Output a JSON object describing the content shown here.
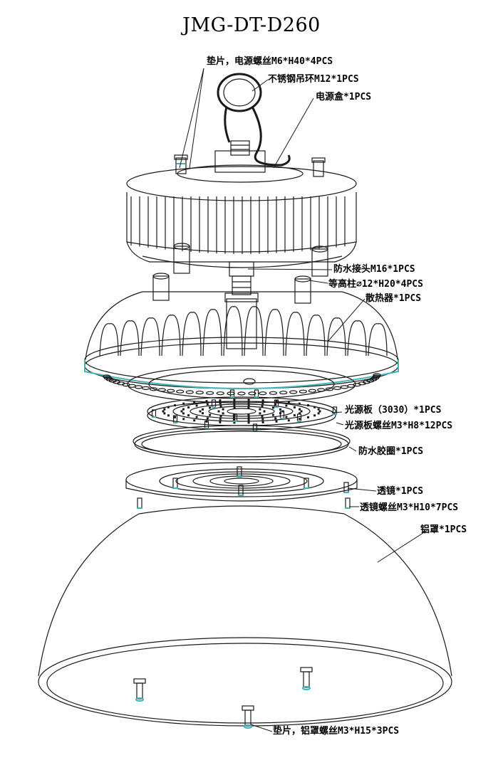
{
  "title": "JMG-DT-D260",
  "labels": {
    "washer_power_screw": "垫片，电源螺丝M6*H40*4PCS",
    "hanging_ring": "不锈钢吊环M12*1PCS",
    "power_box": "电源盒*1PCS",
    "waterproof_joint": "防水接头M16*1PCS",
    "standoff": "等高柱∅12*H20*4PCS",
    "heatsink": "散热器*1PCS",
    "light_board": "光源板（3030）*1PCS",
    "light_board_screw": "光源板螺丝M3*H8*12PCS",
    "waterproof_ring": "防水胶圈*1PCS",
    "lens": "透镜*1PCS",
    "lens_screw": "透镜螺丝M3*H10*7PCS",
    "reflector": "铝罩*1PCS",
    "reflector_screw": "垫片，铝罩螺丝M3*H15*3PCS"
  },
  "colors": {
    "line": "#1a1a1a",
    "accent": "#3fb3b8"
  }
}
